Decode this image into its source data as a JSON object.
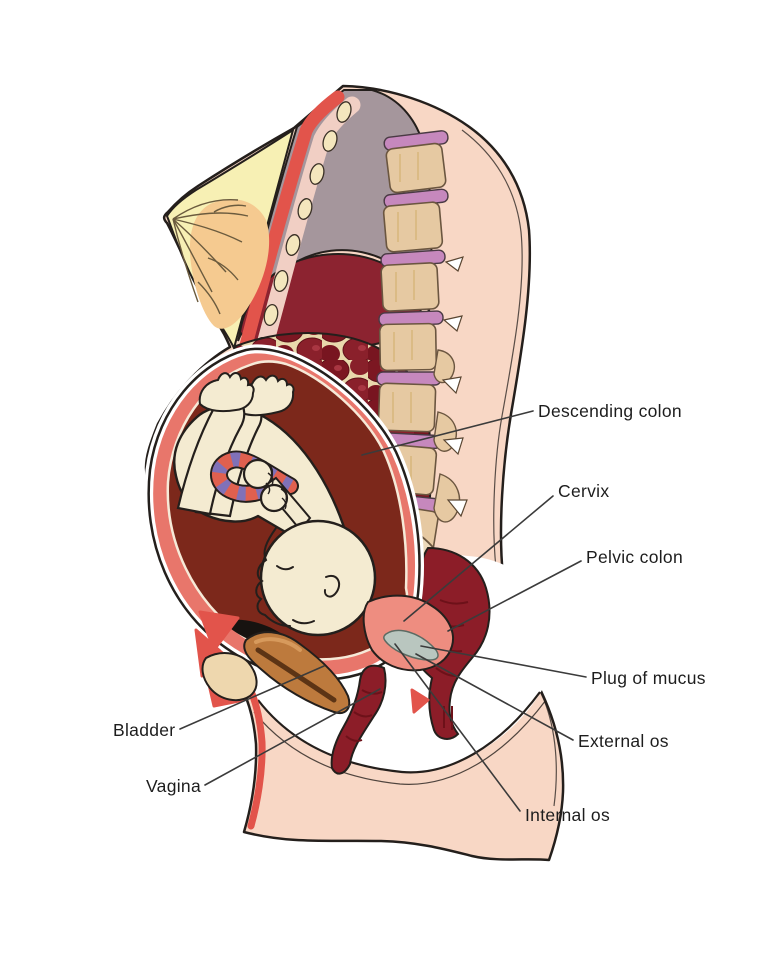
{
  "illustration": {
    "labels": [
      {
        "id": "descending-colon",
        "text": "Descending colon"
      },
      {
        "id": "cervix",
        "text": "Cervix"
      },
      {
        "id": "pelvic-colon",
        "text": "Pelvic colon"
      },
      {
        "id": "plug-of-mucus",
        "text": "Plug of mucus"
      },
      {
        "id": "external-os",
        "text": "External os"
      },
      {
        "id": "internal-os",
        "text": "Internal os"
      },
      {
        "id": "bladder",
        "text": "Bladder"
      },
      {
        "id": "vagina",
        "text": "Vagina"
      }
    ],
    "palette": {
      "background": "#ffffff",
      "skin": "#f8d7c5",
      "outline": "#241f1c",
      "thoracic_gray": "#a5969c",
      "liver": "#8c2330",
      "intestine_dark": "#7c1722",
      "mesentery_cream": "#e9d8ac",
      "uterus_wall": "#e8766b",
      "uterus_cavity": "#7c281b",
      "fetus_skin": "#f4ebd1",
      "cord_red": "#e0604f",
      "cord_purple": "#8071b8",
      "bone_tan": "#e6c9a2",
      "disc_purple": "#c688bd",
      "sacrum_tan": "#ecd9ba",
      "breast_fat": "#f7f0b4",
      "breast_gland": "#f5ca90",
      "muscle_red": "#e2544b",
      "rib_band_pink": "#f1cfc4",
      "rib_bone": "#f4e6bd",
      "bladder_brown": "#bd7a3d",
      "pubic_bone": "#eed7ae",
      "cervix_pink": "#ee8d80",
      "dark_red_organ": "#8c1d28",
      "mucus_plug": "#b9c6bf",
      "label_text": "#1d1d1d",
      "leader_line": "#3b3b3b"
    }
  }
}
